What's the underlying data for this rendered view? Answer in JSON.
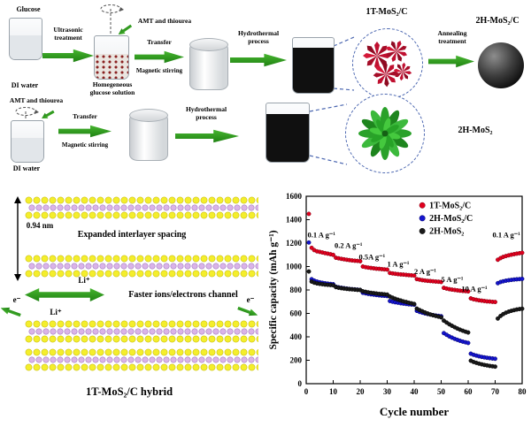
{
  "schematic": {
    "glucose": "Glucose",
    "ultrasonic": "Ultrasonic\ntreatment",
    "di_water_1": "DI water",
    "amt_1": "AMT and thiourea",
    "homogeneous": "Homegeneous\nglucose solution",
    "transfer_1": "Transfer",
    "stirring_1": "Magnetic stirring",
    "hydrothermal_1": "Hydrothermal\nprocess",
    "product_1t": "1T-MoS₂/C",
    "annealing": "Annealing\ntreatment",
    "product_2hc": "2H-MoS₂/C",
    "amt_2": "AMT and thiourea",
    "di_water_2": "DI water",
    "transfer_2": "Transfer",
    "stirring_2": "Magnetic stirring",
    "hydrothermal_2": "Hydrothermal\nprocess",
    "product_2h": "2H-MoS₂"
  },
  "structure": {
    "spacing": "0.94 nm",
    "expanded": "Expanded interlayer spacing",
    "li_top": "Li⁺",
    "channel": "Faster ions/electrons channel",
    "li_bottom": "Li⁺",
    "e_left": "e⁻",
    "e_right": "e⁻",
    "hybrid": "1T-MoS₂/C hybrid"
  },
  "colors": {
    "arrow_green": "#2f9e1d",
    "series_red": "#e1001e",
    "series_blue": "#1515cf",
    "series_black": "#1a1a1a",
    "dashed_blue": "#4a66b0"
  },
  "chart_data": {
    "type": "scatter",
    "title": "",
    "xlabel": "Cycle number",
    "ylabel": "Specific capacity (mAh g⁻¹)",
    "xlim": [
      0,
      80
    ],
    "ylim": [
      0,
      1600
    ],
    "xticks": [
      0,
      10,
      20,
      30,
      40,
      50,
      60,
      70,
      80
    ],
    "yticks": [
      0,
      200,
      400,
      600,
      800,
      1000,
      1200,
      1400,
      1600
    ],
    "grid": false,
    "legend_position": "top-right-inside",
    "legend_x": 43,
    "legend_y": [
      1500,
      1390,
      1280
    ],
    "annotations": [
      {
        "label": "0.1 A g⁻¹",
        "x": 0.5,
        "y": 1250
      },
      {
        "label": "0.2 A g⁻¹",
        "x": 10.5,
        "y": 1160
      },
      {
        "label": "0.5A g⁻¹",
        "x": 19.5,
        "y": 1062
      },
      {
        "label": "1 A g⁻¹",
        "x": 30,
        "y": 1000
      },
      {
        "label": "2 A g⁻¹",
        "x": 40,
        "y": 935
      },
      {
        "label": "5 A g⁻¹",
        "x": 50,
        "y": 868
      },
      {
        "label": "10 A g⁻¹",
        "x": 57.5,
        "y": 788
      },
      {
        "label": "0.1 A g⁻¹",
        "x": 69,
        "y": 1250
      }
    ],
    "series": [
      {
        "name": "1T-MoS₂/C",
        "color": "#e1001e",
        "edge": "#7a0010",
        "x_start": 1,
        "values": [
          1450,
          1160,
          1140,
          1130,
          1125,
          1120,
          1115,
          1110,
          1105,
          1100,
          1075,
          1070,
          1066,
          1062,
          1058,
          1055,
          1052,
          1050,
          1048,
          1045,
          1000,
          995,
          991,
          988,
          985,
          982,
          980,
          978,
          976,
          974,
          945,
          941,
          938,
          935,
          933,
          931,
          929,
          927,
          925,
          923,
          893,
          888,
          884,
          881,
          878,
          876,
          874,
          872,
          870,
          868,
          818,
          812,
          807,
          803,
          800,
          797,
          794,
          792,
          790,
          788,
          728,
          721,
          716,
          712,
          709,
          706,
          703,
          701,
          699,
          697,
          1058,
          1072,
          1082,
          1090,
          1096,
          1101,
          1106,
          1110,
          1114,
          1118
        ]
      },
      {
        "name": "2H-MoS₂/C",
        "color": "#1515cf",
        "edge": "#000060",
        "x_start": 1,
        "values": [
          1205,
          892,
          880,
          872,
          866,
          861,
          857,
          854,
          851,
          849,
          828,
          823,
          819,
          815,
          812,
          809,
          807,
          805,
          803,
          801,
          776,
          771,
          767,
          763,
          760,
          757,
          754,
          752,
          750,
          748,
          706,
          700,
          695,
          691,
          687,
          684,
          681,
          678,
          676,
          674,
          622,
          613,
          606,
          600,
          595,
          590,
          586,
          582,
          579,
          576,
          432,
          417,
          404,
          393,
          383,
          374,
          366,
          359,
          353,
          348,
          256,
          247,
          240,
          234,
          229,
          225,
          221,
          218,
          215,
          213,
          858,
          868,
          874,
          879,
          883,
          886,
          889,
          891,
          893,
          895
        ]
      },
      {
        "name": "2H-MoS₂",
        "color": "#1a1a1a",
        "edge": "#000000",
        "x_start": 1,
        "values": [
          958,
          872,
          862,
          856,
          852,
          849,
          846,
          844,
          842,
          840,
          824,
          819,
          815,
          812,
          809,
          807,
          805,
          803,
          801,
          800,
          789,
          784,
          780,
          776,
          773,
          770,
          767,
          765,
          763,
          761,
          744,
          734,
          725,
          717,
          710,
          703,
          697,
          691,
          686,
          681,
          641,
          629,
          618,
          608,
          599,
          591,
          584,
          578,
          572,
          567,
          538,
          522,
          507,
          494,
          482,
          471,
          461,
          452,
          444,
          437,
          196,
          186,
          178,
          171,
          165,
          160,
          156,
          152,
          149,
          146,
          556,
          578,
          594,
          606,
          615,
          622,
          628,
          633,
          637,
          640
        ]
      }
    ]
  }
}
